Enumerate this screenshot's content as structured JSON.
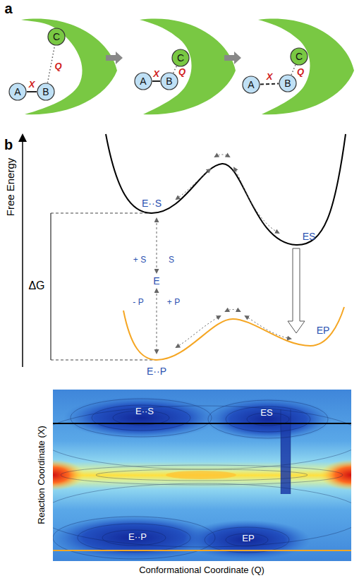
{
  "diagram": {
    "nodes": [
      {
        "text": [
          "A"
        ]
      },
      {
        "text": [
          "B"
        ]
      },
      {
        "text": [
          "C"
        ]
      },
      {
        "text": [
          "A"
        ]
      },
      {
        "text": [
          "B"
        ]
      },
      {
        "text": [
          "C"
        ]
      },
      {
        "text": [
          "A"
        ]
      },
      {
        "text": [
          "B"
        ]
      },
      {
        "text": [
          "C"
        ]
      }
    ],
    "edges": [
      {
        "from": 0,
        "to": 1,
        "arrow": "none",
        "label": "X"
      },
      {
        "from": 1,
        "to": 2,
        "arrow": "none",
        "label": "Q"
      },
      {
        "from": 3,
        "to": 4,
        "arrow": "none",
        "label": "X"
      },
      {
        "from": 4,
        "to": 5,
        "arrow": "none",
        "label": "Q"
      },
      {
        "from": 6,
        "to": 7,
        "arrow": "none",
        "label": "X"
      },
      {
        "from": 7,
        "to": 8,
        "arrow": "none",
        "label": "Q"
      }
    ],
    "labels": [
      "a",
      "b",
      "Free Energy",
      "E··S",
      "ES",
      "+ S",
      "S",
      "E",
      "- P",
      "+ P",
      "EP",
      "E··P",
      "ΔG",
      "E··S",
      "ES",
      "E··P",
      "EP",
      "Reaction Coordinate (X)",
      "Conformational Coordinate (Q)"
    ]
  }
}
